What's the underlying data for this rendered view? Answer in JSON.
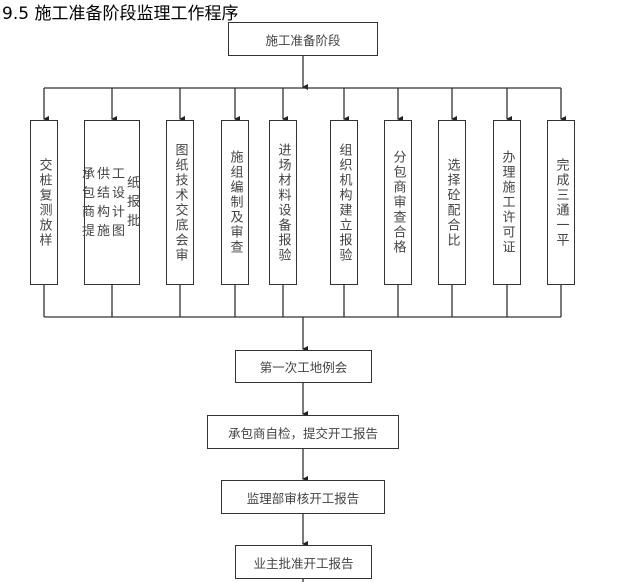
{
  "title": "9.5 施工准备阶段监理工作程序",
  "flowchart": {
    "start": {
      "label": "施工准备阶段"
    },
    "parallel_steps": [
      {
        "label": "交桩复测放样"
      },
      {
        "label": "承包商提供结构施工设计图纸报批",
        "lines": [
          "承包商提",
          "供结构施",
          "工设计图",
          "纸报批"
        ]
      },
      {
        "label": "图纸技术交底会审"
      },
      {
        "label": "施组编制及审查"
      },
      {
        "label": "进场材料设备报验"
      },
      {
        "label": "组织机构建立报验"
      },
      {
        "label": "分包商审查合格"
      },
      {
        "label": "选择砼配合比"
      },
      {
        "label": "办理施工许可证"
      },
      {
        "label": "完成三通一平"
      }
    ],
    "sequential_steps": [
      {
        "label": "第一次工地例会"
      },
      {
        "label": "承包商自检，提交开工报告"
      },
      {
        "label": "监理部审核开工报告"
      },
      {
        "label": "业主批准开工报告"
      }
    ]
  },
  "colors": {
    "line": "#333333",
    "text": "#444444",
    "background": "#ffffff"
  }
}
